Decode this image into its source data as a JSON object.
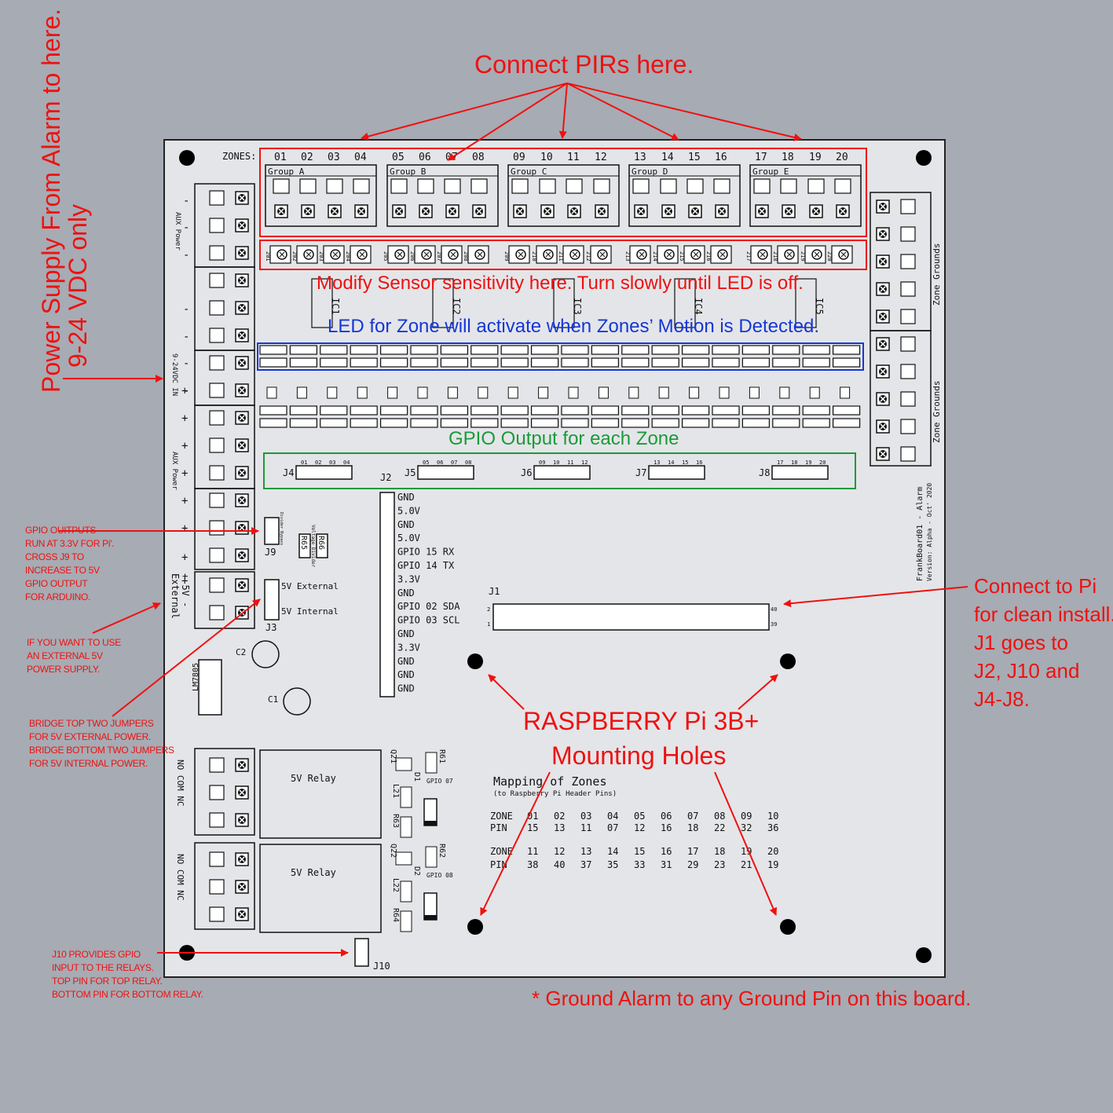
{
  "colors": {
    "annotation": "#e11",
    "led_box": "#1537d6",
    "gpio_box": "#1a9a3a",
    "board": "#e4e5e8",
    "background": "#a7abb3"
  },
  "board": {
    "zones_label": "ZONES:",
    "zone_numbers": [
      "01",
      "02",
      "03",
      "04",
      "05",
      "06",
      "07",
      "08",
      "09",
      "10",
      "11",
      "12",
      "13",
      "14",
      "15",
      "16",
      "17",
      "18",
      "19",
      "20"
    ],
    "groups": [
      "Group A",
      "Group B",
      "Group C",
      "Group D",
      "Group E"
    ],
    "pots": [
      "201",
      "202",
      "203",
      "204",
      "205",
      "206",
      "207",
      "208",
      "209",
      "210",
      "211",
      "212",
      "213",
      "214",
      "215",
      "216",
      "217",
      "218",
      "219",
      "220"
    ],
    "ics": [
      "IC1",
      "IC2",
      "IC3",
      "IC4",
      "IC5"
    ],
    "zone_grounds": [
      "Zone Grounds",
      "Zone Grounds"
    ],
    "left_terminals": [
      "AUX Power",
      "9-24VDC IN",
      "AUX Power"
    ],
    "minus_signs": [
      "-",
      "-",
      "-",
      "-",
      "-",
      "-",
      "-"
    ],
    "plus_signs": [
      "+",
      "+",
      "+",
      "+",
      "+",
      "+",
      "+",
      "+"
    ],
    "external_5v": {
      "label": "External",
      "polarity": "+ 5V -"
    },
    "connectors": [
      {
        "name": "J4",
        "pins": [
          "01",
          "02",
          "03",
          "04"
        ]
      },
      {
        "name": "J5",
        "pins": [
          "05",
          "06",
          "07",
          "08"
        ]
      },
      {
        "name": "J6",
        "pins": [
          "09",
          "10",
          "11",
          "12"
        ]
      },
      {
        "name": "J7",
        "pins": [
          "13",
          "14",
          "15",
          "16"
        ]
      },
      {
        "name": "J8",
        "pins": [
          "17",
          "18",
          "19",
          "20"
        ]
      }
    ],
    "j2_label": "J2",
    "j2_pins": [
      "GND",
      "5.0V",
      "GND",
      "5.0V",
      "GPIO 15 RX",
      "GPIO 14 TX",
      "3.3V",
      "GND",
      "GPIO 02 SDA",
      "GPIO 03 SCL",
      "GND",
      "3.3V",
      "GND",
      "GND",
      "GND"
    ],
    "j1": {
      "label": "J1",
      "pin_tl": "2",
      "pin_bl": "1",
      "pin_tr": "40",
      "pin_br": "39"
    },
    "j9": {
      "label": "J9",
      "note": "Divider Bypass"
    },
    "voltage_divider": {
      "label": "Voltage Divider",
      "resistors": [
        "R65",
        "R66"
      ]
    },
    "j3": {
      "label": "J3",
      "ext": "5V External",
      "int": "5V Internal"
    },
    "caps": [
      "C2",
      "C1"
    ],
    "regulator": "LM7805",
    "version": {
      "line1": "FrankBoard01 - Alarm",
      "line2": "Version: Alpha - Oct' 2020"
    },
    "relays": [
      {
        "label": "5V Relay",
        "terms": "NO COM NC",
        "q": "Q21",
        "r1": "R61",
        "gpio": "GPIO 07",
        "d": "D1",
        "l": "L21",
        "r2": "R63"
      },
      {
        "label": "5V Relay",
        "terms": "NO COM NC",
        "q": "Q22",
        "r1": "R62",
        "gpio": "GPIO 08",
        "d": "D2",
        "l": "L22",
        "r2": "R64"
      }
    ],
    "j10": "J10",
    "mapping": {
      "title": "Mapping of Zones",
      "subtitle": "(to Raspberry Pi Header Pins)",
      "zone_label": "ZONE",
      "pin_label": "PIN",
      "zones1": [
        "01",
        "02",
        "03",
        "04",
        "05",
        "06",
        "07",
        "08",
        "09",
        "10"
      ],
      "pins1": [
        "15",
        "13",
        "11",
        "07",
        "12",
        "16",
        "18",
        "22",
        "32",
        "36"
      ],
      "zones2": [
        "11",
        "12",
        "13",
        "14",
        "15",
        "16",
        "17",
        "18",
        "19",
        "20"
      ],
      "pins2": [
        "38",
        "40",
        "37",
        "35",
        "33",
        "31",
        "29",
        "23",
        "21",
        "19"
      ]
    }
  },
  "annotations": {
    "connect_pirs": "Connect PIRs here.",
    "power_supply_1": "Power Supply From Alarm to here.",
    "power_supply_2": "9-24 VDC only",
    "modify_sensitivity": "Modify Sensor sensitivity here. Turn slowly until LED is off.",
    "led_zone": "LED for Zone will activate when Zones’ Motion is Detected.",
    "gpio_output": "GPIO Output for each Zone",
    "gpio_3v3": [
      "GPIO OUITPUTS",
      "RUN AT 3.3V FOR Pi'.",
      "CROSS J9 TO",
      "INCREASE TO 5V",
      "GPIO OUTPUT",
      "FOR ARDUINO."
    ],
    "external_5v": [
      "IF YOU WANT TO USE",
      "AN EXTERNAL 5V",
      "POWER SUPPLY."
    ],
    "bridge": [
      "BRIDGE TOP TWO JUMPERS",
      "FOR 5V EXTERNAL POWER.",
      "BRIDGE BOTTOM TWO JUMPERS",
      "FOR 5V INTERNAL POWER."
    ],
    "j10_note": [
      "J10 PROVIDES GPIO",
      "INPUT TO THE RELAYS.",
      "TOP PIN FOR TOP RELAY.",
      "BOTTOM PIN FOR BOTTOM RELAY."
    ],
    "connect_pi": [
      "Connect to Pi",
      "for clean install.",
      "J1 goes to",
      "J2, J10 and",
      "J4-J8."
    ],
    "raspberry_1": "RASPBERRY Pi 3B+",
    "raspberry_2": "Mounting Holes",
    "ground_alarm": "* Ground Alarm to any Ground Pin on this board."
  }
}
